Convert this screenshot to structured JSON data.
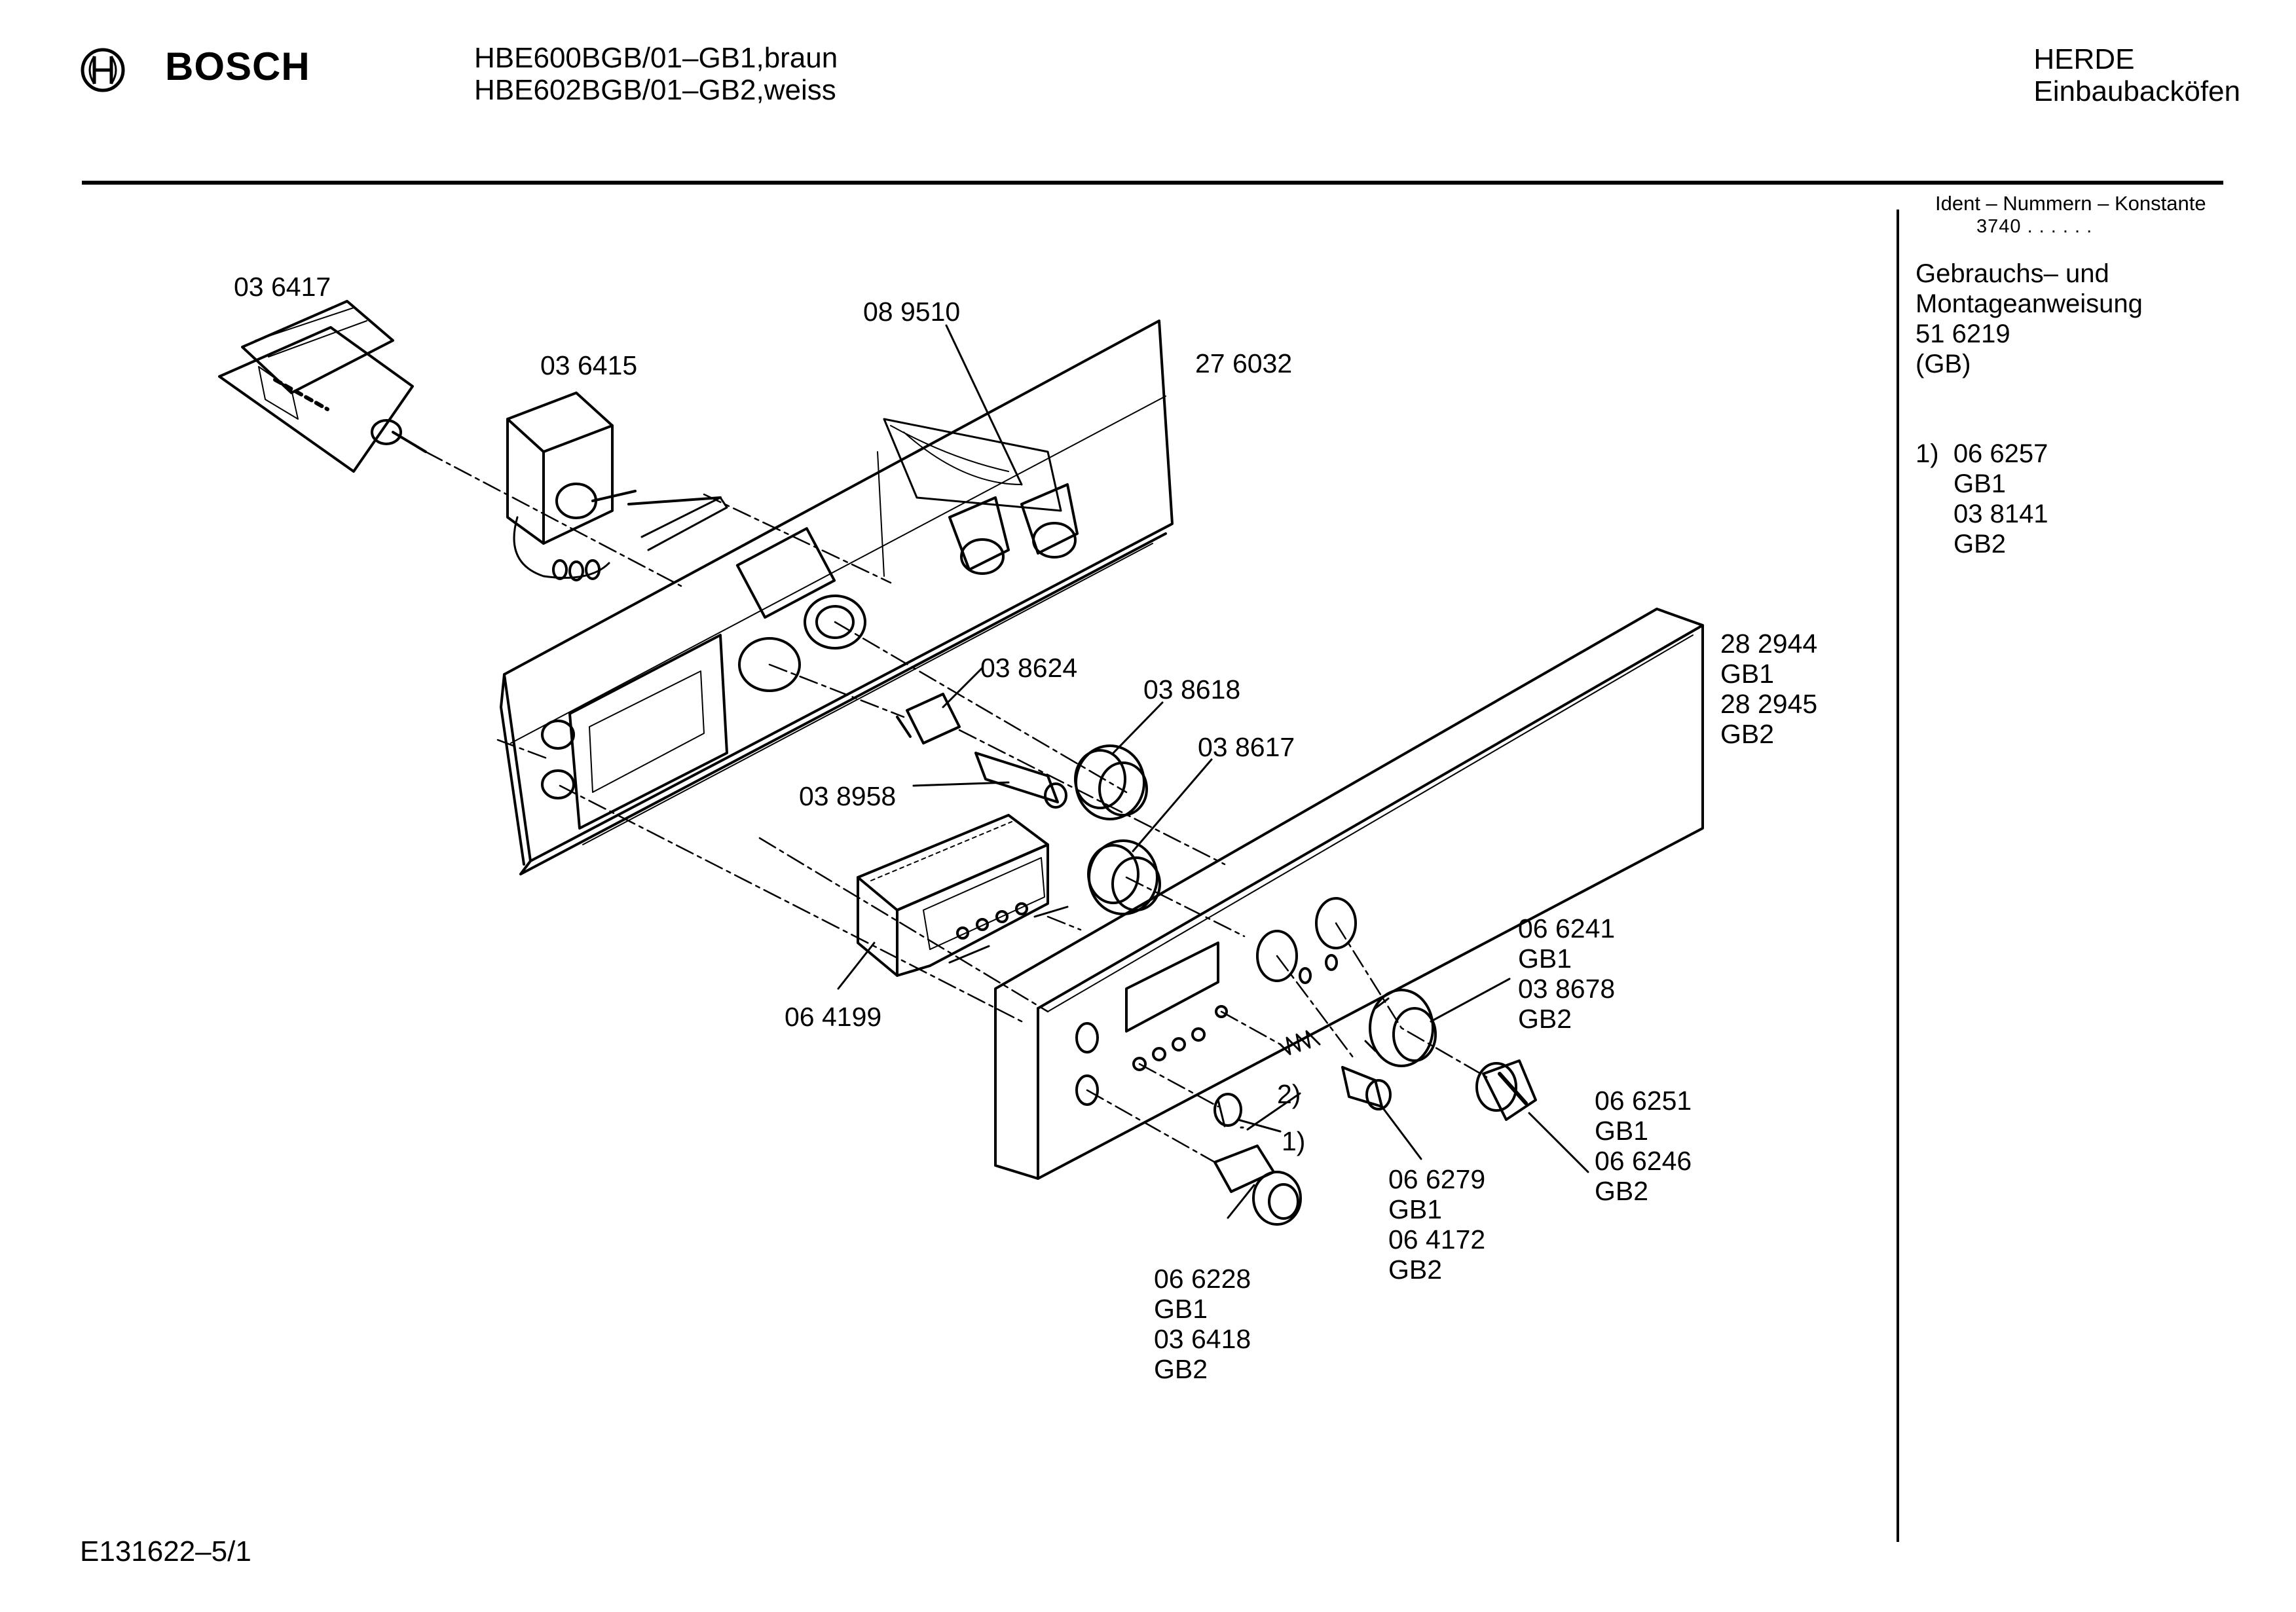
{
  "header": {
    "brand": "BOSCH",
    "models": [
      "HBE600BGB/01–GB1,braun",
      "HBE602BGB/01–GB2,weiss"
    ],
    "category": [
      "HERDE",
      "Einbaubacköfen"
    ]
  },
  "sidebar": {
    "ident_label": "Ident – Nummern – Konstante",
    "ident_value": "3740 . . . . . .",
    "manual": [
      "Gebrauchs– und",
      "Montageanweisung",
      "51 6219",
      "(GB)"
    ],
    "footnote": {
      "marker": "1)",
      "lines": [
        "06 6257",
        "GB1",
        "03 8141",
        "GB2"
      ]
    }
  },
  "footer": {
    "code": "E131622–5/1"
  },
  "parts": [
    {
      "id": "p1",
      "lines": [
        "03 6417"
      ]
    },
    {
      "id": "p2",
      "lines": [
        "03 6415"
      ]
    },
    {
      "id": "p3",
      "lines": [
        "08 9510"
      ]
    },
    {
      "id": "p4",
      "lines": [
        "27 6032"
      ]
    },
    {
      "id": "p5",
      "lines": [
        "28 2944",
        "GB1",
        "28 2945",
        "GB2"
      ]
    },
    {
      "id": "p6",
      "lines": [
        "03 8624"
      ]
    },
    {
      "id": "p7",
      "lines": [
        "03 8618"
      ]
    },
    {
      "id": "p8",
      "lines": [
        "03 8617"
      ]
    },
    {
      "id": "p9",
      "lines": [
        "03 8958"
      ]
    },
    {
      "id": "p10",
      "lines": [
        "06 4199"
      ]
    },
    {
      "id": "p11",
      "lines": [
        "06 6241",
        "GB1",
        "03 8678",
        "GB2"
      ]
    },
    {
      "id": "p12",
      "lines": [
        "06 6251",
        "GB1",
        "06 6246",
        "GB2"
      ]
    },
    {
      "id": "p13",
      "lines": [
        "06 6279",
        "GB1",
        "06 4172",
        "GB2"
      ]
    },
    {
      "id": "p14",
      "lines": [
        "06 6228",
        "GB1",
        "03 6418",
        "GB2"
      ]
    },
    {
      "id": "p15",
      "lines": [
        "2)"
      ]
    },
    {
      "id": "p16",
      "lines": [
        "1)"
      ]
    }
  ]
}
